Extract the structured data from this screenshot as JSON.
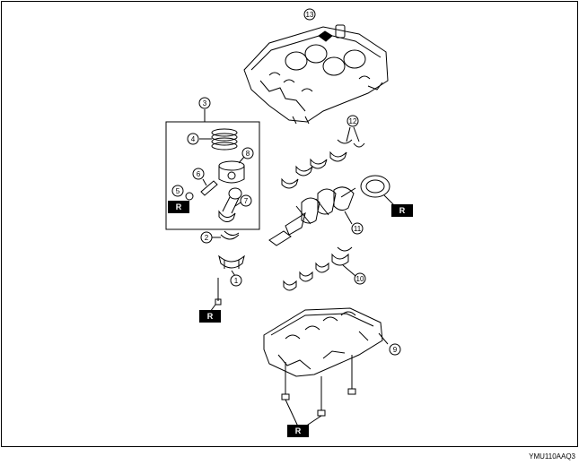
{
  "figure": {
    "reference_code": "YMU110AAQ3"
  },
  "callouts": [
    {
      "num": "1"
    },
    {
      "num": "2"
    },
    {
      "num": "3"
    },
    {
      "num": "4"
    },
    {
      "num": "5"
    },
    {
      "num": "6"
    },
    {
      "num": "7"
    },
    {
      "num": "8"
    },
    {
      "num": "9"
    },
    {
      "num": "10"
    },
    {
      "num": "11"
    },
    {
      "num": "12"
    },
    {
      "num": "13"
    }
  ],
  "replace_tags": [
    {
      "label": "R"
    },
    {
      "label": "R"
    },
    {
      "label": "R"
    },
    {
      "label": "R"
    }
  ]
}
